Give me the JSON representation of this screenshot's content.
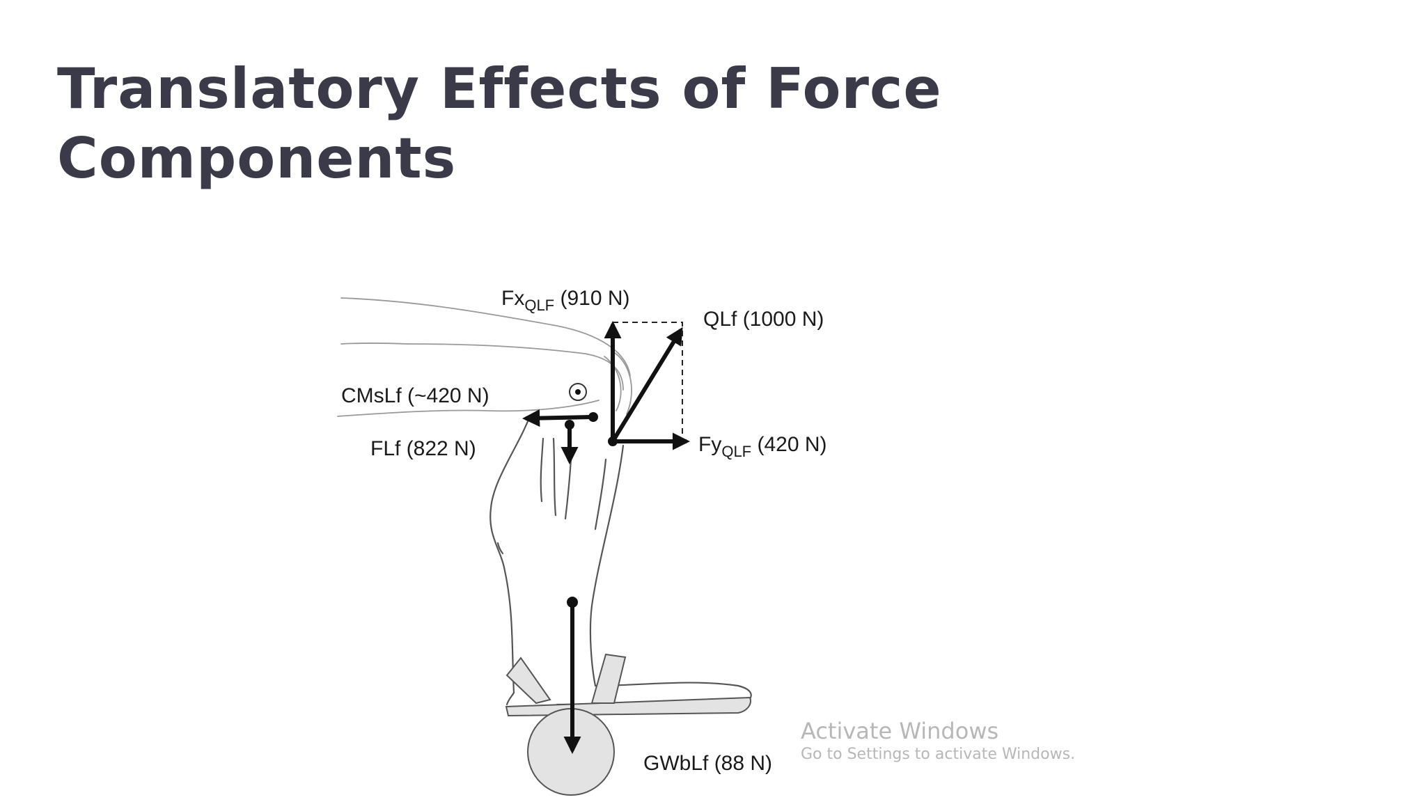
{
  "slide": {
    "title_line1": "Translatory Effects of Force",
    "title_line2": "Components"
  },
  "diagram": {
    "labels": {
      "fx_main": "Fx",
      "fx_sub": "QLF",
      "fx_value": " (910 N)",
      "qlf": "QLf (1000 N)",
      "cmslf": "CMsLf (~420 N)",
      "flf": "FLf (822 N)",
      "fy_main": "Fy",
      "fy_sub": "QLF",
      "fy_value": " (420 N)",
      "gwblf": "GWbLf (88 N)"
    },
    "forces": [
      {
        "name": "QLf",
        "magnitude_N": 1000
      },
      {
        "name": "FxQLF",
        "magnitude_N": 910
      },
      {
        "name": "FyQLF",
        "magnitude_N": 420
      },
      {
        "name": "CMsLf",
        "magnitude_N": 420
      },
      {
        "name": "FLf",
        "magnitude_N": 822
      },
      {
        "name": "GWbLf",
        "magnitude_N": 88
      }
    ]
  },
  "watermark": {
    "title": "Activate Windows",
    "subtitle": "Go to Settings to activate Windows."
  }
}
